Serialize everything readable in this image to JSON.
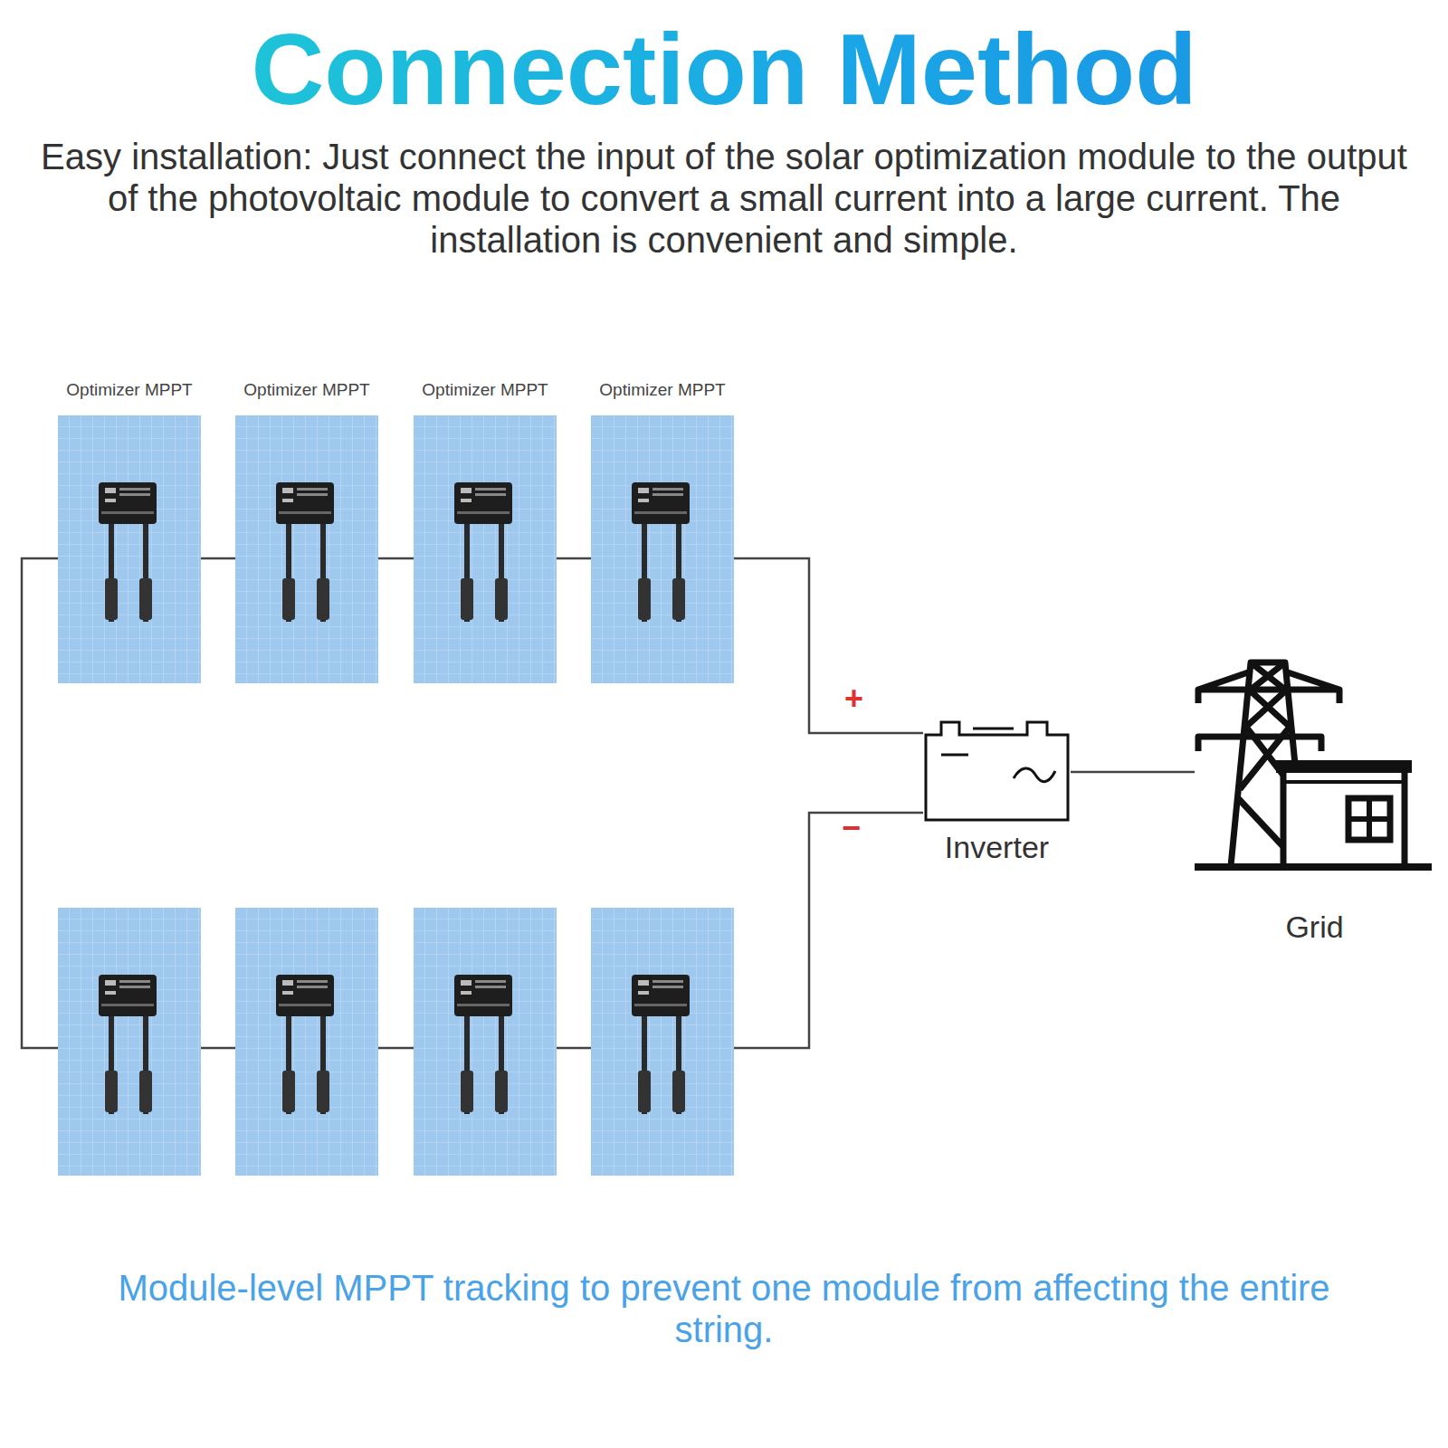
{
  "diagram": {
    "title": "Connection Method",
    "caption": "Module-level MPPT tracking to prevent one module from affecting the entire string.",
    "nodes": [
      {
        "text": [
          "Optimizer MPPT"
        ]
      },
      {
        "text": [
          "Optimizer MPPT"
        ]
      },
      {
        "text": [
          "Optimizer MPPT"
        ]
      },
      {
        "text": [
          "Optimizer MPPT"
        ]
      },
      {
        "text": [
          "Inverter"
        ]
      },
      {
        "text": [
          "Grid"
        ]
      }
    ],
    "edges": [
      {
        "from": 0,
        "to": 1,
        "arrow": "none"
      },
      {
        "from": 1,
        "to": 2,
        "arrow": "none"
      },
      {
        "from": 2,
        "to": 3,
        "arrow": "none"
      },
      {
        "from": 3,
        "to": 4,
        "label": "+",
        "arrow": "none"
      },
      {
        "from": 4,
        "to": 5,
        "arrow": "none"
      }
    ],
    "labels": [
      "Easy installation: Just connect the input of the solar optimization module to the output of the photovoltaic module to convert a small current into a large current. The installation is convenient and simple.",
      "−"
    ]
  }
}
